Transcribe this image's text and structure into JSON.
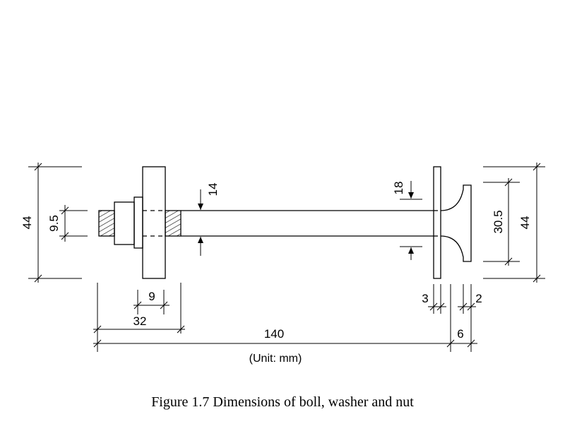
{
  "diagram": {
    "caption": "Figure 1.7  Dimensions of boll, washer and nut",
    "unit_note": "(Unit: mm)",
    "dimensions": {
      "left_height": "44",
      "thread_diameter": "9.5",
      "washer_thickness": "14",
      "nut_width": "9",
      "bolt_grip": "32",
      "bolt_length": "140",
      "head_height": "18",
      "right_inner": "30.5",
      "right_height": "44",
      "plate_thickness": "3",
      "head_thickness": "2",
      "head_offset": "6"
    }
  }
}
